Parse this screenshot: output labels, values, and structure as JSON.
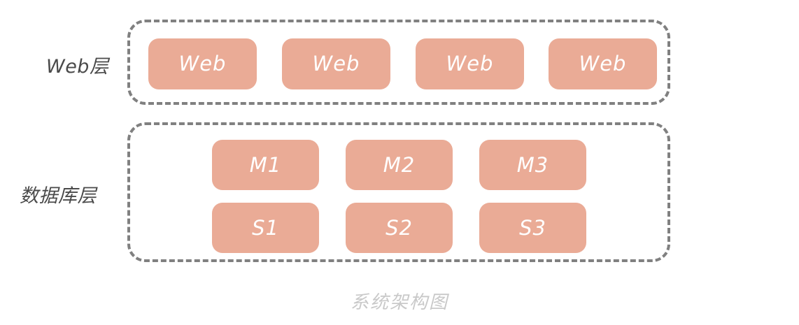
{
  "caption": "系统架构图",
  "colors": {
    "node_fill": "#eaab96",
    "node_text": "#ffffff",
    "container_border": "#808080",
    "layer_label_text": "#4a4a4a",
    "caption_text": "#c9c9c9",
    "background": "#ffffff"
  },
  "layers": [
    {
      "id": "web-layer",
      "label": "Web层",
      "nodes": [
        {
          "label": "Web"
        },
        {
          "label": "Web"
        },
        {
          "label": "Web"
        },
        {
          "label": "Web"
        }
      ]
    },
    {
      "id": "db-layer",
      "label": "数据库层",
      "rows": [
        {
          "role": "master",
          "nodes": [
            {
              "label": "M1"
            },
            {
              "label": "M2"
            },
            {
              "label": "M3"
            }
          ]
        },
        {
          "role": "slave",
          "nodes": [
            {
              "label": "S1"
            },
            {
              "label": "S2"
            },
            {
              "label": "S3"
            }
          ]
        }
      ]
    }
  ]
}
